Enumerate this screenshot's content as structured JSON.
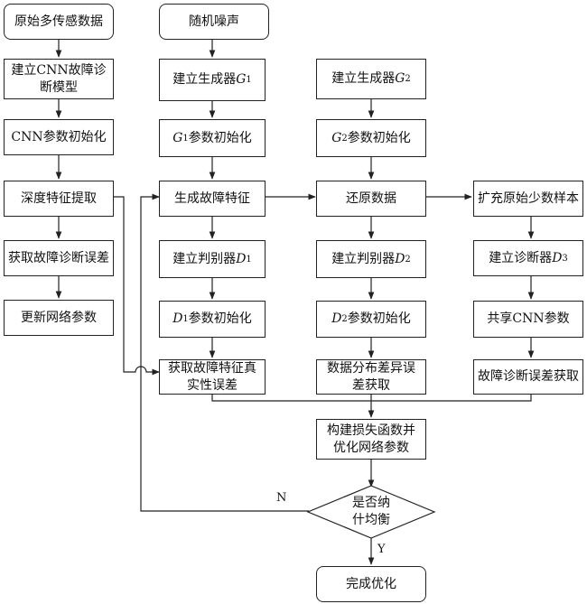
{
  "nodes": {
    "original_data": "原始多传感数据",
    "build_cnn": "建立CNN故障诊\n断模型",
    "cnn_init": "CNN参数初始化",
    "deep_feature": "深度特征提取",
    "get_diag_error": "获取故障诊断误差",
    "update_params": "更新网络参数",
    "random_noise": "随机噪声",
    "build_g1": "建立生成器G1",
    "g1_init": "G1参数初始化",
    "gen_fault_feature": "生成故障特征",
    "build_d1": "建立判别器D1",
    "d1_init": "D1参数初始化",
    "get_authenticity_error": "获取故障特征真\n实性误差",
    "build_g2": "建立生成器G2",
    "g2_init": "G2参数初始化",
    "restore_data": "还原数据",
    "build_d2": "建立判别器D2",
    "d2_init": "D2参数初始化",
    "distribution_error": "数据分布差异误\n差获取",
    "expand_samples": "扩充原始少数样本",
    "build_d3": "建立诊断器D3",
    "share_cnn": "共享CNN参数",
    "diag_error_get": "故障诊断误差获取",
    "build_loss": "构建损失函数并\n优化网络参数",
    "nash_decision": "是否纳\n什均衡",
    "complete": "完成优化"
  },
  "edge_labels": {
    "no": "N",
    "yes": "Y"
  }
}
